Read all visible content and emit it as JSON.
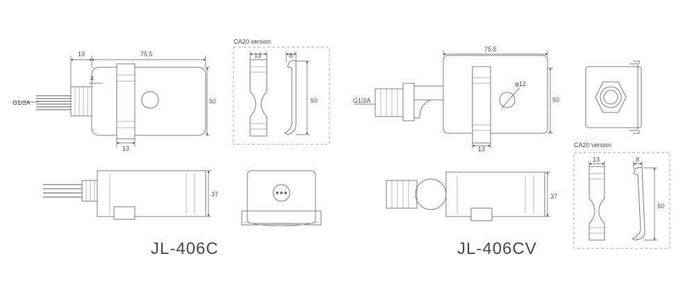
{
  "drawing": {
    "models": [
      {
        "name": "JL-406C",
        "thread": "G1/2A",
        "dims": {
          "length": "75.5",
          "offset": "19",
          "step": "4",
          "height": "50",
          "clip_width": "13",
          "depth": "37"
        }
      },
      {
        "name": "JL-406CV",
        "thread": "G1/2A",
        "dims": {
          "length": "75.5",
          "hole": "φ12",
          "height": "50",
          "clip_width": "13",
          "depth": "37"
        }
      }
    ],
    "ca20_left": {
      "title": "CA20 version",
      "width": "13",
      "thickness": "8",
      "height": "50"
    },
    "ca20_right": {
      "title": "CA20 version",
      "width": "13",
      "thickness": "8",
      "height": "50"
    }
  }
}
